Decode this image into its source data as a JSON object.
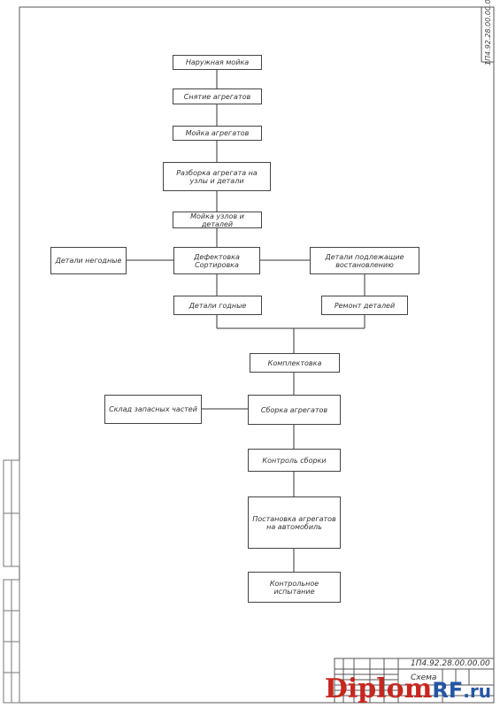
{
  "drawing_code": "1П4.92.28.00.00.00",
  "boxes": {
    "outer_wash": "Наружная мойка",
    "unit_removal": "Снятие агрегатов",
    "unit_wash": "Мойка агрегатов",
    "disassembly": "Разборка агрегата на узлы и детали",
    "parts_wash": "Мойка узлов и деталей",
    "defect": "Дефектовка Сортировка",
    "unusable": "Детали негодные",
    "restorable": "Детали подлежащие востановлению",
    "usable": "Детали годные",
    "repair": "Ремонт деталей",
    "kitting": "Комплектовка",
    "spares": "Склад запасных частей",
    "assembly": "Сборка агрегатов",
    "assembly_control": "Контроль сборки",
    "install": "Постановка агрегатов на автомобиль",
    "test": "Контрольное испытание"
  },
  "title_block": {
    "code": "1П4.92.28.00.00.00",
    "title": "Схема"
  },
  "watermark": {
    "part1": "Diplom",
    "part2": "RF",
    "part3": ".ru"
  }
}
